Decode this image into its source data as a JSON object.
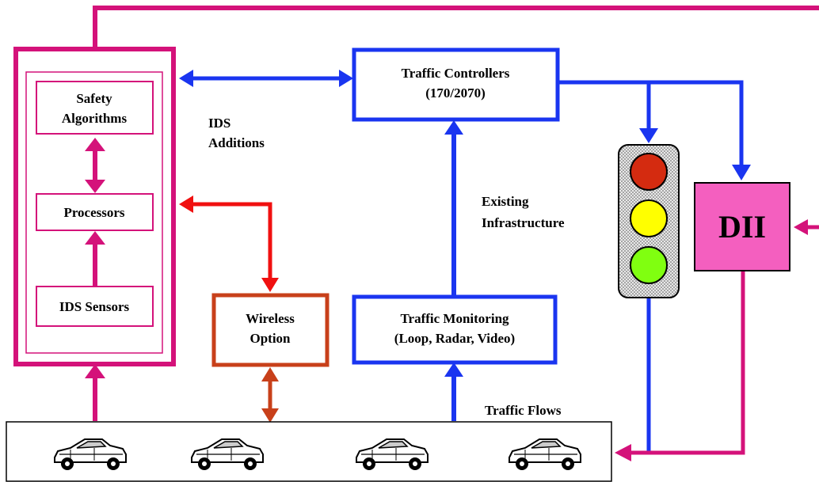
{
  "blocks": {
    "safety_algorithms": [
      "Safety",
      "Algorithms"
    ],
    "processors": "Processors",
    "ids_sensors": "IDS Sensors",
    "traffic_controllers": [
      "Traffic Controllers",
      "(170/2070)"
    ],
    "traffic_monitoring": [
      "Traffic Monitoring",
      "(Loop, Radar, Video)"
    ],
    "wireless_option": [
      "Wireless",
      "Option"
    ],
    "dii": "DII"
  },
  "annotations": {
    "ids_additions": [
      "IDS",
      "Additions"
    ],
    "existing_infrastructure": [
      "Existing",
      "Infrastructure"
    ],
    "traffic_flows": "Traffic Flows"
  },
  "colors": {
    "magenta": "#d4127a",
    "blue": "#1a35f0",
    "red": "#f01010",
    "rust": "#c8401a",
    "dii_fill": "#f45fbf",
    "signal_red": "#d42b10",
    "signal_yellow": "#ffff00",
    "signal_green": "#80ff10"
  },
  "icons": [
    "car-icon",
    "car-icon",
    "car-icon",
    "car-icon",
    "traffic-light-icon"
  ]
}
